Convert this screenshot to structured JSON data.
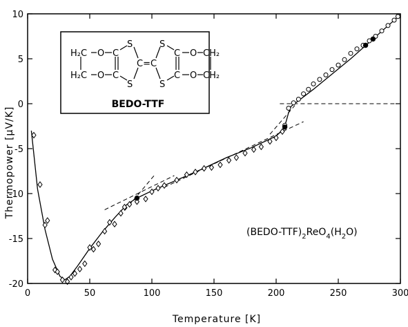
{
  "chart_data": {
    "type": "scatter",
    "title": "",
    "xlabel": "Temperature  [K]",
    "ylabel": "Thermopower  [μV/K]",
    "xlim": [
      0,
      300
    ],
    "ylim": [
      -20,
      10
    ],
    "xticks": [
      0,
      50,
      100,
      150,
      200,
      250,
      300
    ],
    "yticks": [
      -20,
      -15,
      -10,
      -5,
      0,
      5,
      10
    ],
    "grid": false,
    "legend": "none",
    "series": [
      {
        "marker": "open-diamond",
        "x": [
          5,
          10,
          14,
          16,
          22,
          24,
          28,
          32,
          35,
          38,
          42,
          46,
          50,
          53,
          57,
          62,
          66,
          70,
          75,
          78,
          82,
          88,
          95,
          100,
          105,
          110,
          120,
          128,
          135,
          142,
          148,
          155,
          162,
          168,
          175,
          182,
          188,
          195,
          200,
          205
        ],
        "y": [
          -3.5,
          -9,
          -13.5,
          -13,
          -18.5,
          -18.7,
          -19.6,
          -19.8,
          -19.3,
          -18.9,
          -18.4,
          -17.8,
          -16,
          -16.2,
          -15.6,
          -14.2,
          -13.2,
          -13.4,
          -12.2,
          -11.5,
          -11.2,
          -10.9,
          -10.6,
          -9.8,
          -9.4,
          -9.1,
          -8.5,
          -7.9,
          -7.6,
          -7.2,
          -7.1,
          -6.8,
          -6.3,
          -6,
          -5.5,
          -5.1,
          -4.8,
          -4.2,
          -3.8,
          -3.1
        ]
      },
      {
        "marker": "open-circle",
        "x": [
          207,
          210,
          214,
          218,
          222,
          226,
          230,
          235,
          240,
          245,
          250,
          255,
          260,
          265,
          270,
          275,
          280,
          285,
          290,
          295,
          298
        ],
        "y": [
          -2.4,
          -0.5,
          0.1,
          0.5,
          1.1,
          1.6,
          2.2,
          2.7,
          3.2,
          3.8,
          4.3,
          4.9,
          5.6,
          6.1,
          6.5,
          7,
          7.5,
          8.1,
          8.7,
          9.3,
          9.7
        ]
      },
      {
        "marker": "filled-circle",
        "x": [
          88,
          207,
          272,
          278
        ],
        "y": [
          -10.5,
          -2.6,
          6.5,
          7.2
        ]
      }
    ],
    "fit_curve": {
      "style": "solid",
      "x": [
        3,
        8,
        14,
        20,
        26,
        30,
        34,
        40,
        50,
        60,
        70,
        80,
        88,
        100,
        120,
        140,
        160,
        180,
        200,
        206,
        208,
        210,
        212,
        230,
        260,
        300
      ],
      "y": [
        -3,
        -9.5,
        -14,
        -17.3,
        -19.2,
        -19.6,
        -19.2,
        -18.1,
        -16.1,
        -14.3,
        -12.7,
        -11.2,
        -10.5,
        -9.7,
        -8.5,
        -7.3,
        -6.0,
        -4.9,
        -3.6,
        -2.8,
        -2.0,
        -1.0,
        -0.3,
        1.6,
        5.0,
        9.9
      ]
    },
    "dashed_lines": [
      {
        "x": [
          62,
          118
        ],
        "y": [
          -11.8,
          -8.0
        ]
      },
      {
        "x": [
          78,
          103
        ],
        "y": [
          -11.9,
          -7.8
        ]
      },
      {
        "x": [
          110,
          222
        ],
        "y": [
          -9.3,
          -2.0
        ]
      },
      {
        "x": [
          195,
          215
        ],
        "y": [
          -3.4,
          -0.2
        ]
      },
      {
        "x": [
          203,
          300
        ],
        "y": [
          0,
          0
        ]
      }
    ],
    "annotation": {
      "main": "(BEDO-TTF)",
      "sub1": "2",
      "mid": "ReO",
      "sub2": "4",
      "open": "(H",
      "sub3": "2",
      "close": "O)"
    },
    "structure": {
      "name": "BEDO-TTF",
      "label_h2c": "H₂C",
      "label_ch2": "CH₂",
      "label_o": "O",
      "label_c": "C",
      "label_s": "S",
      "label_cec": "C=C"
    }
  }
}
